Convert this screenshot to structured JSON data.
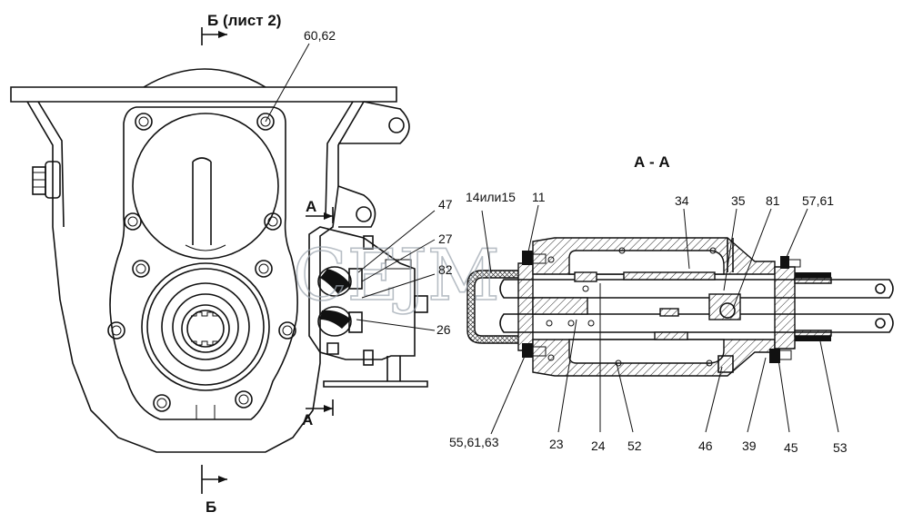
{
  "section_b_top": "Б (лист 2)",
  "section_b_bottom": "Б",
  "section_a_title": "А - А",
  "section_a_top": "А",
  "section_a_bottom": "А",
  "watermark": "CEJM",
  "callouts": {
    "c6062": "60,62",
    "c47": "47",
    "c27": "27",
    "c82": "82",
    "c26": "26",
    "c14": "14или15",
    "c11": "11",
    "c34": "34",
    "c35": "35",
    "c81": "81",
    "c5761": "57,61",
    "c556163": "55,61,63",
    "c23": "23",
    "c24": "24",
    "c52": "52",
    "c46": "46",
    "c39": "39",
    "c45": "45",
    "c53": "53"
  }
}
